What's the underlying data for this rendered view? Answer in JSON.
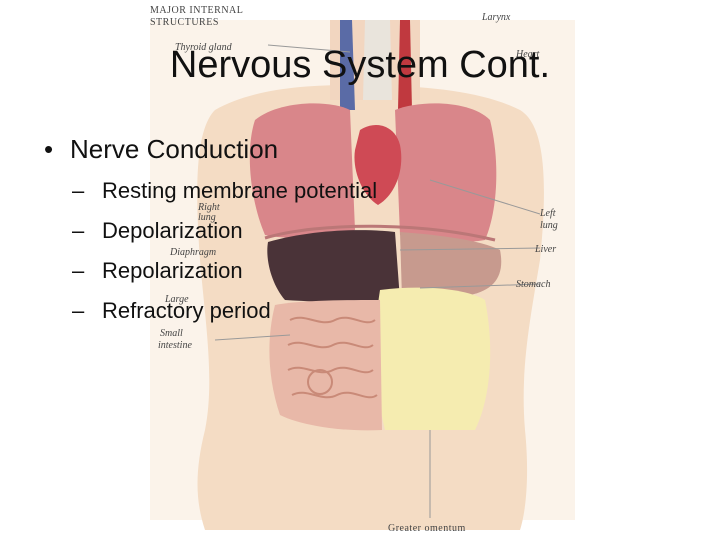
{
  "slide": {
    "title": "Nervous System Cont.",
    "bullet": {
      "marker": "•",
      "text": "Nerve Conduction",
      "subitems": [
        {
          "marker": "–",
          "text": "Resting membrane potential"
        },
        {
          "marker": "–",
          "text": "Depolarization"
        },
        {
          "marker": "–",
          "text": "Repolarization"
        },
        {
          "marker": "–",
          "text": "Refractory period"
        }
      ]
    }
  },
  "image_labels": {
    "heading_line1": "MAJOR INTERNAL",
    "heading_line2": "STRUCTURES",
    "larynx": "Larynx",
    "thyroid": "Thyroid gland",
    "heart": "Heart",
    "right_lung_1": "Right",
    "right_lung_2": "lung",
    "left_lung_1": "Left",
    "left_lung_2": "lung",
    "diaphragm": "Diaphragm",
    "liver": "Liver",
    "stomach": "Stomach",
    "large_1": "Large",
    "small_1": "Small",
    "small_2": "intestine",
    "greater_omentum": "Greater omentum"
  },
  "colors": {
    "skin": "#f4dcc4",
    "lung": "#d9868a",
    "liver": "#4a3338",
    "intestine": "#e8b8a8",
    "omentum": "#f5ecb0",
    "vessel_red": "#c0393f",
    "vessel_blue": "#5a6ba6"
  }
}
